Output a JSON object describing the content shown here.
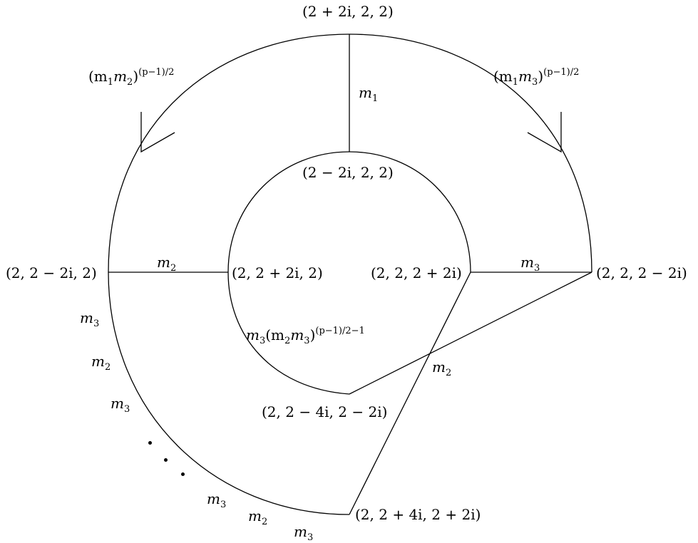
{
  "vertices": {
    "top_outer": "(2 + 2i, 2, 2)",
    "top_inner": "(2 − 2i, 2, 2)",
    "left_outer": "(2, 2 − 2i, 2)",
    "left_inner": "(2, 2 + 2i, 2)",
    "right_inner": "(2, 2, 2 + 2i)",
    "right_outer": "(2, 2, 2 − 2i)",
    "bottom_inner": "(2, 2 − 4i, 2 − 2i)",
    "bottom_outer": "(2, 2 + 4i, 2 + 2i)"
  },
  "edge_labels": {
    "arc_left": {
      "base": "(m",
      "s1": "1",
      "mid": "m",
      "s2": "2",
      "close": ")",
      "exp": "(p−1)/2"
    },
    "arc_right": {
      "base": "(m",
      "s1": "1",
      "mid": "m",
      "s2": "3",
      "close": ")",
      "exp": "(p−1)/2"
    },
    "spoke_top": {
      "base": "m",
      "sub": "1"
    },
    "spoke_left": {
      "base": "m",
      "sub": "2"
    },
    "spoke_right": {
      "base": "m",
      "sub": "3"
    },
    "inner_bottom": {
      "pre": "m",
      "pre_sub": "3",
      "base": "(m",
      "s1": "2",
      "mid": "m",
      "s2": "3",
      "close": ")",
      "exp": "(p−1)/2−1"
    },
    "diag": {
      "base": "m",
      "sub": "2"
    },
    "seq": [
      {
        "base": "m",
        "sub": "3"
      },
      {
        "base": "m",
        "sub": "2"
      },
      {
        "base": "m",
        "sub": "3"
      },
      {
        "base": "m",
        "sub": "3"
      },
      {
        "base": "m",
        "sub": "2"
      },
      {
        "base": "m",
        "sub": "3"
      }
    ]
  },
  "colors": {
    "stroke": "#000000",
    "background": "#ffffff"
  }
}
